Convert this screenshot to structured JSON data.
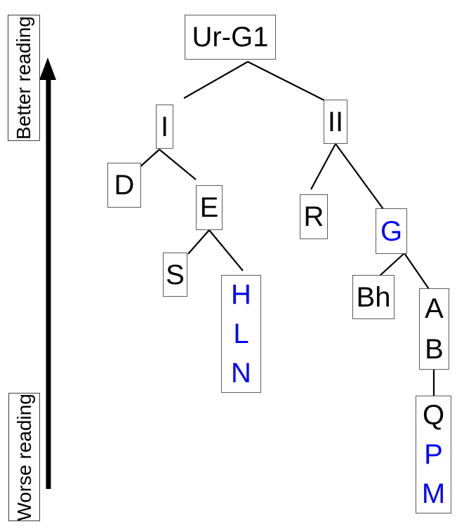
{
  "quality_axis": {
    "top_label": "Better reading",
    "bottom_label": "Worse reading",
    "arrow_direction": "up"
  },
  "colors": {
    "text_black": "#000000",
    "highlight_blue": "#0000ff",
    "box_border": "#5a5a5a",
    "edge_line": "#000000",
    "background": "#ffffff"
  },
  "tree": {
    "root": "Ur-G1",
    "nodes": {
      "urg1": {
        "label": "Ur-G1",
        "color": "#000000"
      },
      "i": {
        "label": "I",
        "color": "#000000"
      },
      "ii": {
        "label": "II",
        "color": "#000000"
      },
      "d": {
        "label": "D",
        "color": "#000000"
      },
      "e": {
        "label": "E",
        "color": "#000000"
      },
      "s": {
        "label": "S",
        "color": "#000000"
      },
      "hln": {
        "letters": [
          {
            "ch": "H",
            "color": "#0000ff"
          },
          {
            "ch": "L",
            "color": "#0000ff"
          },
          {
            "ch": "N",
            "color": "#0000ff"
          }
        ]
      },
      "r": {
        "label": "R",
        "color": "#000000"
      },
      "g": {
        "label": "G",
        "color": "#0000ff"
      },
      "bh": {
        "label": "Bh",
        "color": "#000000"
      },
      "ab": {
        "letters": [
          {
            "ch": "A",
            "color": "#000000"
          },
          {
            "ch": "B",
            "color": "#000000"
          }
        ]
      },
      "qpm": {
        "letters": [
          {
            "ch": "Q",
            "color": "#000000"
          },
          {
            "ch": "P",
            "color": "#0000ff"
          },
          {
            "ch": "M",
            "color": "#0000ff"
          }
        ]
      }
    },
    "edges": [
      [
        "Ur-G1",
        "I"
      ],
      [
        "Ur-G1",
        "II"
      ],
      [
        "I",
        "D"
      ],
      [
        "I",
        "E"
      ],
      [
        "E",
        "S"
      ],
      [
        "E",
        "HLN"
      ],
      [
        "II",
        "R"
      ],
      [
        "II",
        "G"
      ],
      [
        "G",
        "Bh"
      ],
      [
        "G",
        "AB"
      ],
      [
        "AB",
        "QPM"
      ]
    ]
  }
}
